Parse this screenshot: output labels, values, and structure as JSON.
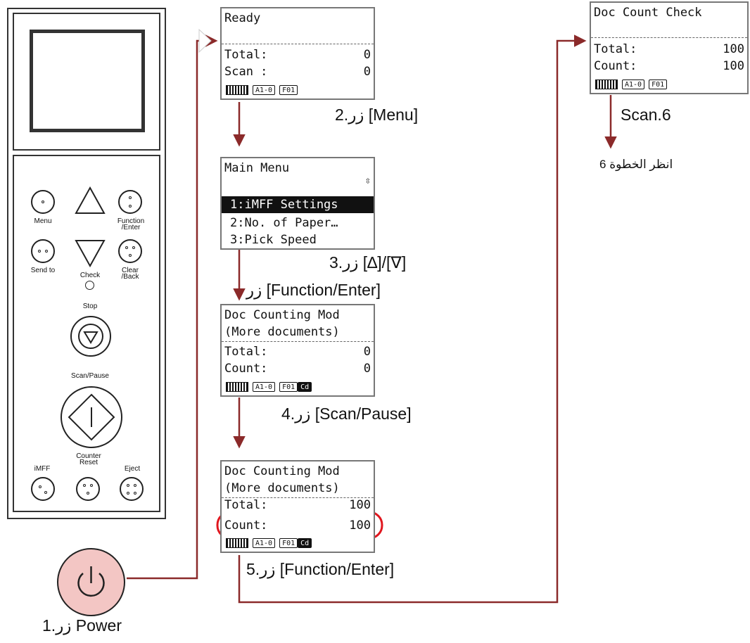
{
  "panel": {
    "buttons": {
      "menu": "Menu",
      "function_enter": "Function\n/Enter",
      "send_to": "Send to",
      "check": "Check",
      "clear_back": "Clear\n/Back",
      "stop": "Stop",
      "scan_pause": "Scan/Pause",
      "imff": "iMFF",
      "counter_reset": "Counter\nReset",
      "eject": "Eject"
    }
  },
  "screens": {
    "ready": {
      "title": "Ready",
      "row1_label": "Total:",
      "row1_value": "0",
      "row2_label": "Scan :",
      "row2_value": "0",
      "status": [
        "A1-0",
        "F01"
      ]
    },
    "main_menu": {
      "title": "Main Menu",
      "items": [
        "1:iMFF Settings",
        "2:No. of Paper…",
        "3:Pick Speed"
      ]
    },
    "doc_counting": {
      "line1": "Doc Counting Mod",
      "line2": "(More documents)",
      "row1_label": "Total:",
      "row1_value": "0",
      "row2_label": "Count:",
      "row2_value": "0",
      "status": [
        "A1-0",
        "F01",
        "Cd"
      ]
    },
    "doc_counting_done": {
      "line1": "Doc Counting Mod",
      "line2": "(More documents)",
      "row1_label": "Total:",
      "row1_value": "100",
      "row2_label": "Count:",
      "row2_value": "100",
      "status": [
        "A1-0",
        "F01",
        "Cd"
      ]
    },
    "doc_count_check": {
      "title": "Doc Count Check",
      "row1_label": "Total:",
      "row1_value": "100",
      "row2_label": "Count:",
      "row2_value": "100",
      "status": [
        "A1-0",
        "F01"
      ]
    }
  },
  "steps": {
    "s1": "1.زر Power",
    "s2": "2.زر [Menu]",
    "s3": "3.زر [∆]/[∇]",
    "s3b": "زر [Function/Enter]",
    "s4": "4.زر [Scan/Pause]",
    "s5": "5.زر [Function/Enter]",
    "s6": "Scan.6",
    "s6b": "انظر الخطوة 6"
  },
  "colors": {
    "arrow": "#8b2a2a",
    "highlight": "#e0161e",
    "power_fill": "#f3c6c4"
  }
}
